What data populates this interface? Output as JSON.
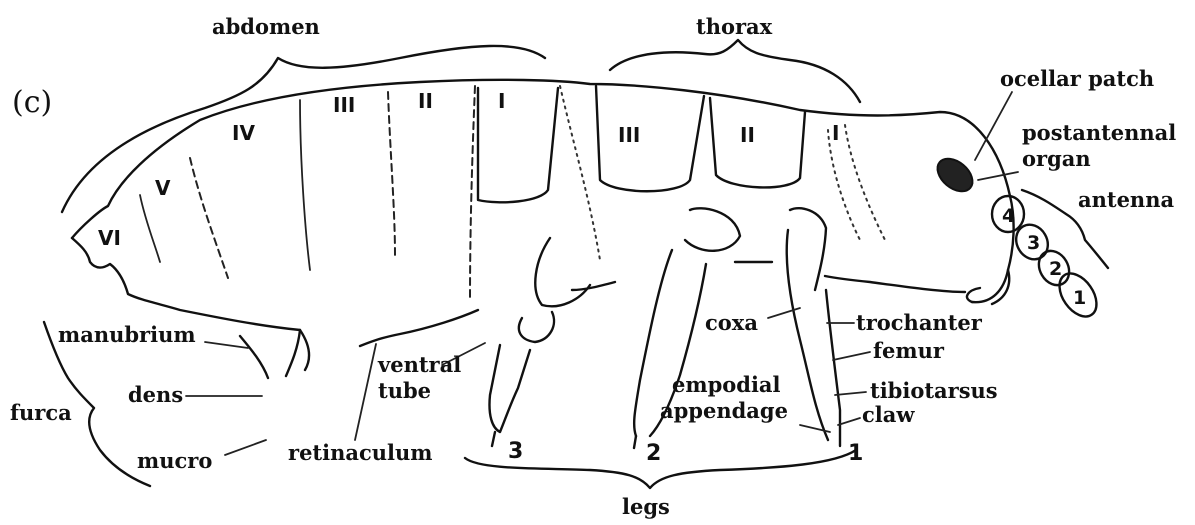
{
  "panel_label": "(c)",
  "groups": {
    "abdomen": "abdomen",
    "thorax": "thorax",
    "legs": "legs",
    "furca": "furca",
    "antenna": "antenna"
  },
  "abdominal_segments": [
    "VI",
    "V",
    "IV",
    "III",
    "II",
    "I"
  ],
  "thoracic_segments": [
    "III",
    "II",
    "I"
  ],
  "antennal_segments": [
    "4",
    "3",
    "2",
    "1"
  ],
  "leg_numbers": [
    "3",
    "2",
    "1"
  ],
  "labels": {
    "ocellar_patch": "ocellar patch",
    "postantennal_organ_line1": "postantennal",
    "postantennal_organ_line2": "organ",
    "manubrium": "manubrium",
    "dens": "dens",
    "mucro": "mucro",
    "ventral_tube_line1": "ventral",
    "ventral_tube_line2": "tube",
    "retinaculum": "retinaculum",
    "empodial_line1": "empodial",
    "empodial_line2": "appendage",
    "coxa": "coxa",
    "trochanter": "trochanter",
    "femur": "femur",
    "tibiotarsus": "tibiotarsus",
    "claw": "claw"
  }
}
